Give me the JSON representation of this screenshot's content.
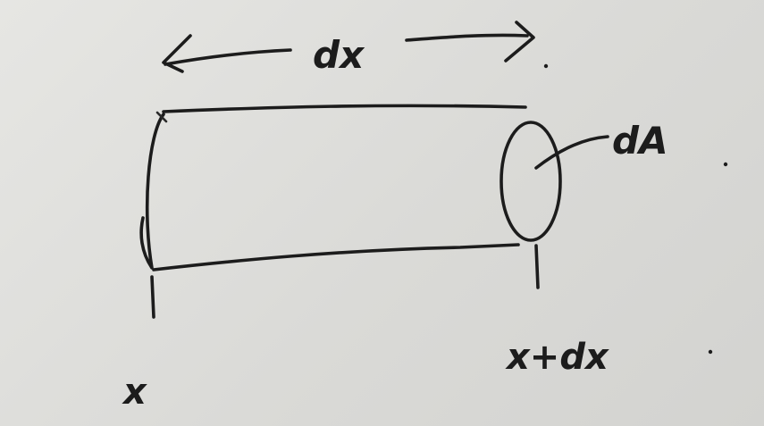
{
  "diagram": {
    "labels": {
      "length": "dx",
      "cross_section": "dA",
      "left_end": "x",
      "right_end": "x+dx"
    }
  }
}
